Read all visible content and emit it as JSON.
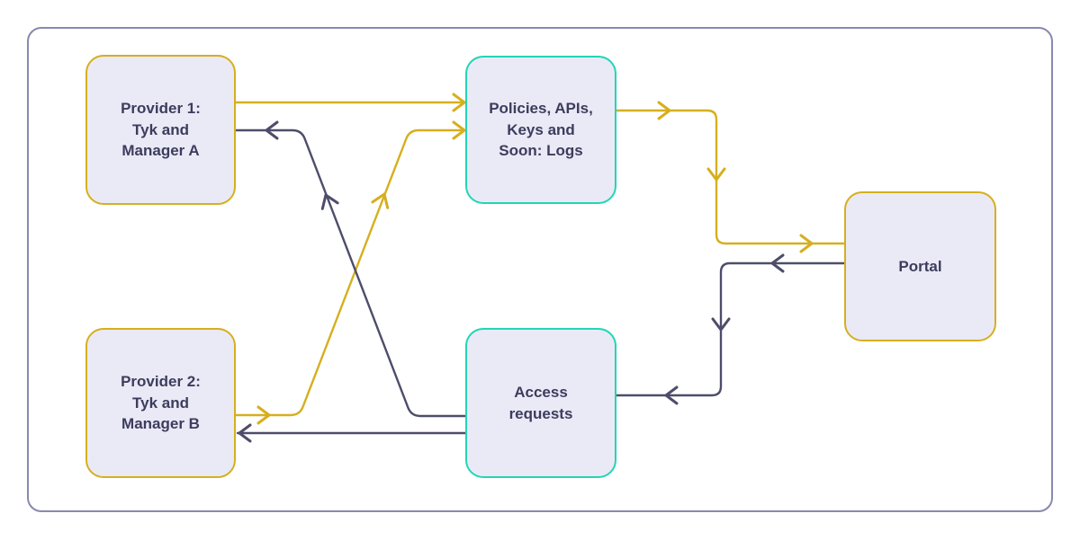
{
  "diagram": {
    "nodes": {
      "provider1": {
        "label": "Provider 1:\nTyk and\nManager A"
      },
      "provider2": {
        "label": "Provider 2:\nTyk and\nManager B"
      },
      "policies": {
        "label": "Policies, APIs,\nKeys and\nSoon: Logs"
      },
      "access": {
        "label": "Access\nrequests"
      },
      "portal": {
        "label": "Portal"
      }
    },
    "edges": [
      {
        "from": "provider1",
        "to": "policies",
        "color_key": "yellow"
      },
      {
        "from": "provider2",
        "to": "policies",
        "color_key": "yellow"
      },
      {
        "from": "policies",
        "to": "portal",
        "color_key": "yellow"
      },
      {
        "from": "portal",
        "to": "access",
        "color_key": "dark"
      },
      {
        "from": "access",
        "to": "provider1",
        "color_key": "dark"
      },
      {
        "from": "access",
        "to": "provider2",
        "color_key": "dark"
      }
    ]
  },
  "colors": {
    "yellow": "#d6af1e",
    "teal": "#21d6b5",
    "dark": "#4d4d6b",
    "frame": "#8888b0",
    "node_fill": "#eaeaf6",
    "text": "#3c3c5e",
    "background": "#ffffff"
  }
}
